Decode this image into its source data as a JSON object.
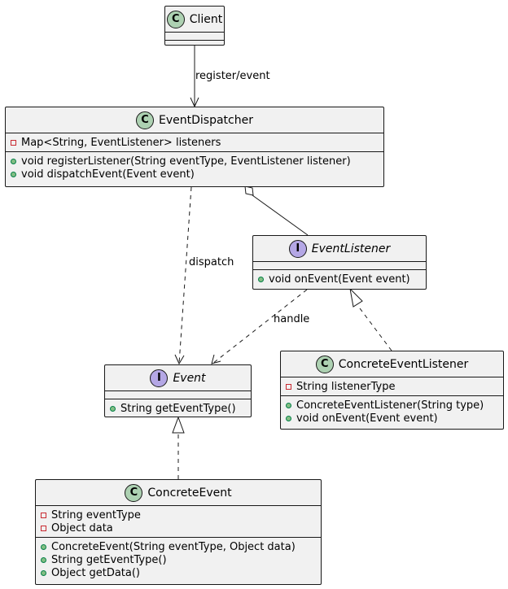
{
  "classes": {
    "client": {
      "name": "Client",
      "kind": "class",
      "attributes": [],
      "methods": []
    },
    "dispatcher": {
      "name": "EventDispatcher",
      "kind": "class",
      "attributes": [
        "Map<String, EventListener> listeners"
      ],
      "methods": [
        "void registerListener(String eventType, EventListener listener)",
        "void dispatchEvent(Event event)"
      ]
    },
    "listener": {
      "name": "EventListener",
      "kind": "interface",
      "methods": [
        "void onEvent(Event event)"
      ]
    },
    "event": {
      "name": "Event",
      "kind": "interface",
      "methods": [
        "String getEventType()"
      ]
    },
    "concrete_listener": {
      "name": "ConcreteEventListener",
      "kind": "class",
      "attributes": [
        "String listenerType"
      ],
      "methods": [
        "ConcreteEventListener(String type)",
        "void onEvent(Event event)"
      ]
    },
    "concrete_event": {
      "name": "ConcreteEvent",
      "kind": "class",
      "attributes": [
        "String eventType",
        "Object data"
      ],
      "methods": [
        "ConcreteEvent(String eventType, Object data)",
        "String getEventType()",
        "Object getData()"
      ]
    }
  },
  "relations": {
    "register": "register/event",
    "dispatch": "dispatch",
    "handle": "handle"
  },
  "badges": {
    "class": "C",
    "interface": "I"
  },
  "colors": {
    "class_badge": "#add1b2",
    "interface_badge": "#b4a7e5",
    "box_fill": "#f1f1f1",
    "border": "#181818"
  }
}
